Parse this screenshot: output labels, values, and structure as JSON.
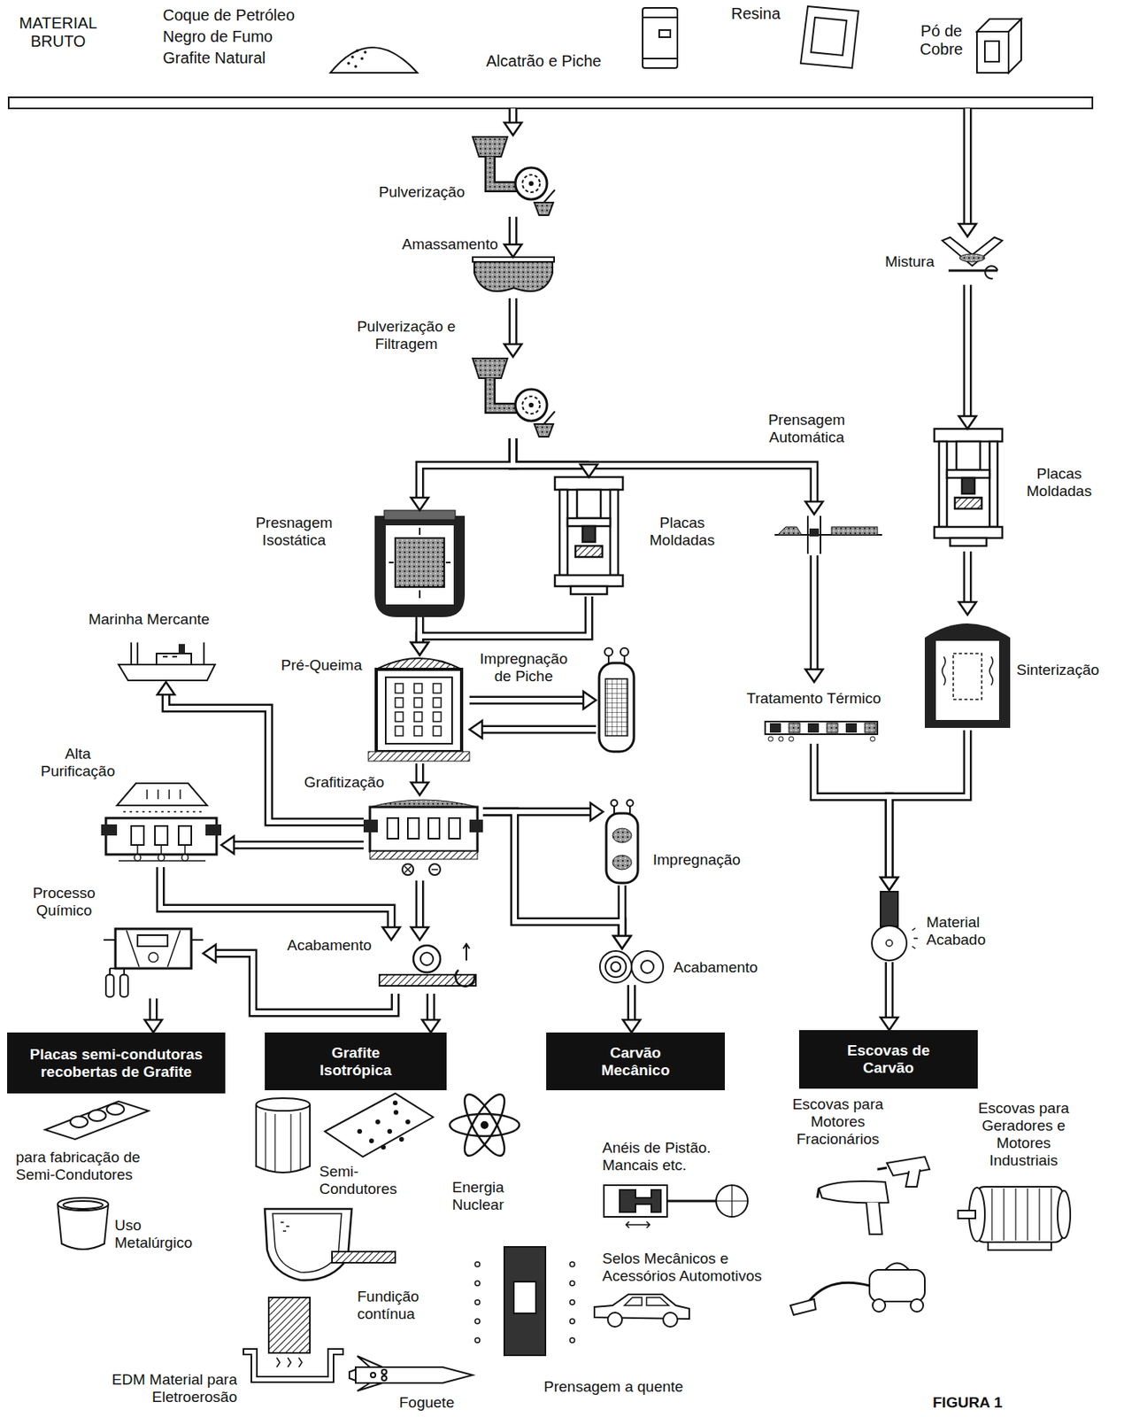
{
  "diagram": {
    "caption": "FIGURA 1",
    "nodes": [
      {
        "text": [
          "MATERIAL BRUTO",
          "Coque de Petróleo",
          "Negro de Fumo",
          "Grafite Natural",
          "Alcatrão e Piche",
          "Resina",
          "Pó de Cobre"
        ]
      },
      {
        "text": [
          "Pulverização"
        ]
      },
      {
        "text": [
          "Amassamento"
        ]
      },
      {
        "text": [
          "Pulverização e Filtragem"
        ]
      },
      {
        "text": [
          "Presnagem Isostática"
        ]
      },
      {
        "text": [
          "Placas Moldadas"
        ]
      },
      {
        "text": [
          "Prensagem Automática"
        ]
      },
      {
        "text": [
          "Mistura"
        ]
      },
      {
        "text": [
          "Placas Moldadas"
        ]
      },
      {
        "text": [
          "Pré-Queima"
        ]
      },
      {
        "text": [
          "Impregnação de Piche"
        ]
      },
      {
        "text": [
          "Tratamento Térmico"
        ]
      },
      {
        "text": [
          "Sinterização"
        ]
      },
      {
        "text": [
          "Marinha Mercante"
        ]
      },
      {
        "text": [
          "Alta Purificação"
        ]
      },
      {
        "text": [
          "Grafitização"
        ]
      },
      {
        "text": [
          "Impregnação"
        ]
      },
      {
        "text": [
          "Processo Químico"
        ]
      },
      {
        "text": [
          "Acabamento"
        ]
      },
      {
        "text": [
          "Acabamento"
        ]
      },
      {
        "text": [
          "Material Acabado"
        ]
      },
      {
        "text": [
          "Placas semi-condutoras recobertas de Grafite"
        ]
      },
      {
        "text": [
          "Grafite Isotrópica"
        ]
      },
      {
        "text": [
          "Carvão Mecânico"
        ]
      },
      {
        "text": [
          "Escovas de Carvão"
        ]
      }
    ],
    "edges": [
      {
        "from": 0,
        "to": 1,
        "arrow": "to"
      },
      {
        "from": 1,
        "to": 2,
        "arrow": "to"
      },
      {
        "from": 2,
        "to": 3,
        "arrow": "to"
      },
      {
        "from": 3,
        "to": 4,
        "arrow": "to"
      },
      {
        "from": 3,
        "to": 5,
        "arrow": "to"
      },
      {
        "from": 3,
        "to": 6,
        "arrow": "to"
      },
      {
        "from": 0,
        "to": 7,
        "arrow": "to"
      },
      {
        "from": 7,
        "to": 8,
        "arrow": "to"
      },
      {
        "from": 8,
        "to": 12,
        "arrow": "to"
      },
      {
        "from": 4,
        "to": 9,
        "arrow": "to"
      },
      {
        "from": 5,
        "to": 9,
        "arrow": "to"
      },
      {
        "from": 9,
        "to": 10,
        "arrow": "to"
      },
      {
        "from": 10,
        "to": 9,
        "arrow": "to"
      },
      {
        "from": 6,
        "to": 11,
        "arrow": "to"
      },
      {
        "from": 9,
        "to": 15,
        "arrow": "to"
      },
      {
        "from": 15,
        "to": 13,
        "arrow": "to"
      },
      {
        "from": 15,
        "to": 14,
        "arrow": "to"
      },
      {
        "from": 15,
        "to": 16,
        "arrow": "to"
      },
      {
        "from": 15,
        "to": 19,
        "arrow": "to"
      },
      {
        "from": 16,
        "to": 19,
        "arrow": "to"
      },
      {
        "from": 15,
        "to": 18,
        "arrow": "to"
      },
      {
        "from": 14,
        "to": 18,
        "arrow": "to"
      },
      {
        "from": 18,
        "to": 17,
        "arrow": "to"
      },
      {
        "from": 18,
        "to": 22,
        "arrow": "to"
      },
      {
        "from": 17,
        "to": 21,
        "arrow": "to"
      },
      {
        "from": 19,
        "to": 23,
        "arrow": "to"
      },
      {
        "from": 11,
        "to": 20,
        "arrow": "to"
      },
      {
        "from": 12,
        "to": 20,
        "arrow": "to"
      },
      {
        "from": 20,
        "to": 24,
        "arrow": "to"
      }
    ],
    "labels": [
      "para fabricação de Semi-Condutores",
      "Uso Metalúrgico",
      "Semi-Condutores",
      "Energia Nuclear",
      "Fundição contínua",
      "EDM Material para Eletroerosão",
      "Foguete",
      "Prensagem a quente",
      "Anéis de Pistão. Mancais etc.",
      "Selos Mecânicos e Acessórios Automotivos",
      "Escovas para Motores Fracionários",
      "Escovas para Geradores e Motores Industriais"
    ]
  }
}
